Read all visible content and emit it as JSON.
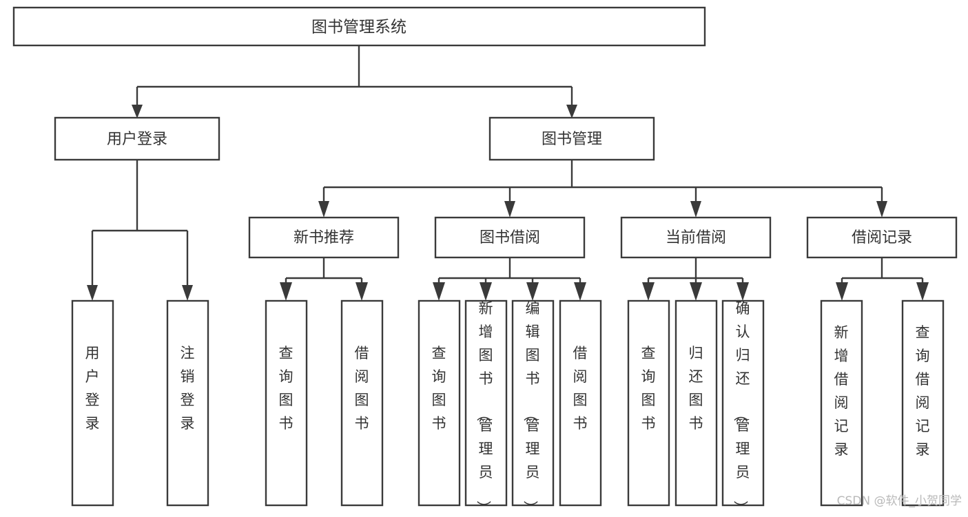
{
  "diagram": {
    "title": "图书管理系统",
    "type": "tree-hierarchy-chart",
    "root": {
      "id": "root",
      "label": "图书管理系统"
    },
    "level2": [
      {
        "id": "user-login",
        "label": "用户登录"
      },
      {
        "id": "book-manage",
        "label": "图书管理"
      }
    ],
    "level3": [
      {
        "id": "new-book-recommend",
        "label": "新书推荐",
        "parent": "book-manage"
      },
      {
        "id": "book-borrow",
        "label": "图书借阅",
        "parent": "book-manage"
      },
      {
        "id": "current-borrow",
        "label": "当前借阅",
        "parent": "book-manage"
      },
      {
        "id": "borrow-record",
        "label": "借阅记录",
        "parent": "book-manage"
      }
    ],
    "leaves": [
      {
        "id": "leaf-user-login",
        "label": "用户登录",
        "parent": "user-login"
      },
      {
        "id": "leaf-logout-login",
        "label": "注销登录",
        "parent": "user-login"
      },
      {
        "id": "leaf-query-book-1",
        "label": "查询图书",
        "parent": "new-book-recommend"
      },
      {
        "id": "leaf-borrow-book-1",
        "label": "借阅图书",
        "parent": "new-book-recommend"
      },
      {
        "id": "leaf-query-book-2",
        "label": "查询图书",
        "parent": "book-borrow"
      },
      {
        "id": "leaf-add-book",
        "label": "新增图书（管理员）",
        "parent": "book-borrow"
      },
      {
        "id": "leaf-edit-book",
        "label": "编辑图书（管理员）",
        "parent": "book-borrow"
      },
      {
        "id": "leaf-borrow-book-2",
        "label": "借阅图书",
        "parent": "book-borrow"
      },
      {
        "id": "leaf-query-book-3",
        "label": "查询图书",
        "parent": "current-borrow"
      },
      {
        "id": "leaf-return-book",
        "label": "归还图书",
        "parent": "current-borrow"
      },
      {
        "id": "leaf-confirm-return",
        "label": "确认归还（管理员）",
        "parent": "current-borrow"
      },
      {
        "id": "leaf-add-record",
        "label": "新增借阅记录",
        "parent": "borrow-record"
      },
      {
        "id": "leaf-query-record",
        "label": "查询借阅记录",
        "parent": "borrow-record"
      }
    ],
    "colors": {
      "box_stroke": "#3a3a3a",
      "box_fill": "#ffffff",
      "text": "#333333",
      "background": "#ffffff",
      "watermark": "#b9b9b9"
    }
  },
  "watermark": {
    "text": "CSDN @软件_小贺同学"
  }
}
